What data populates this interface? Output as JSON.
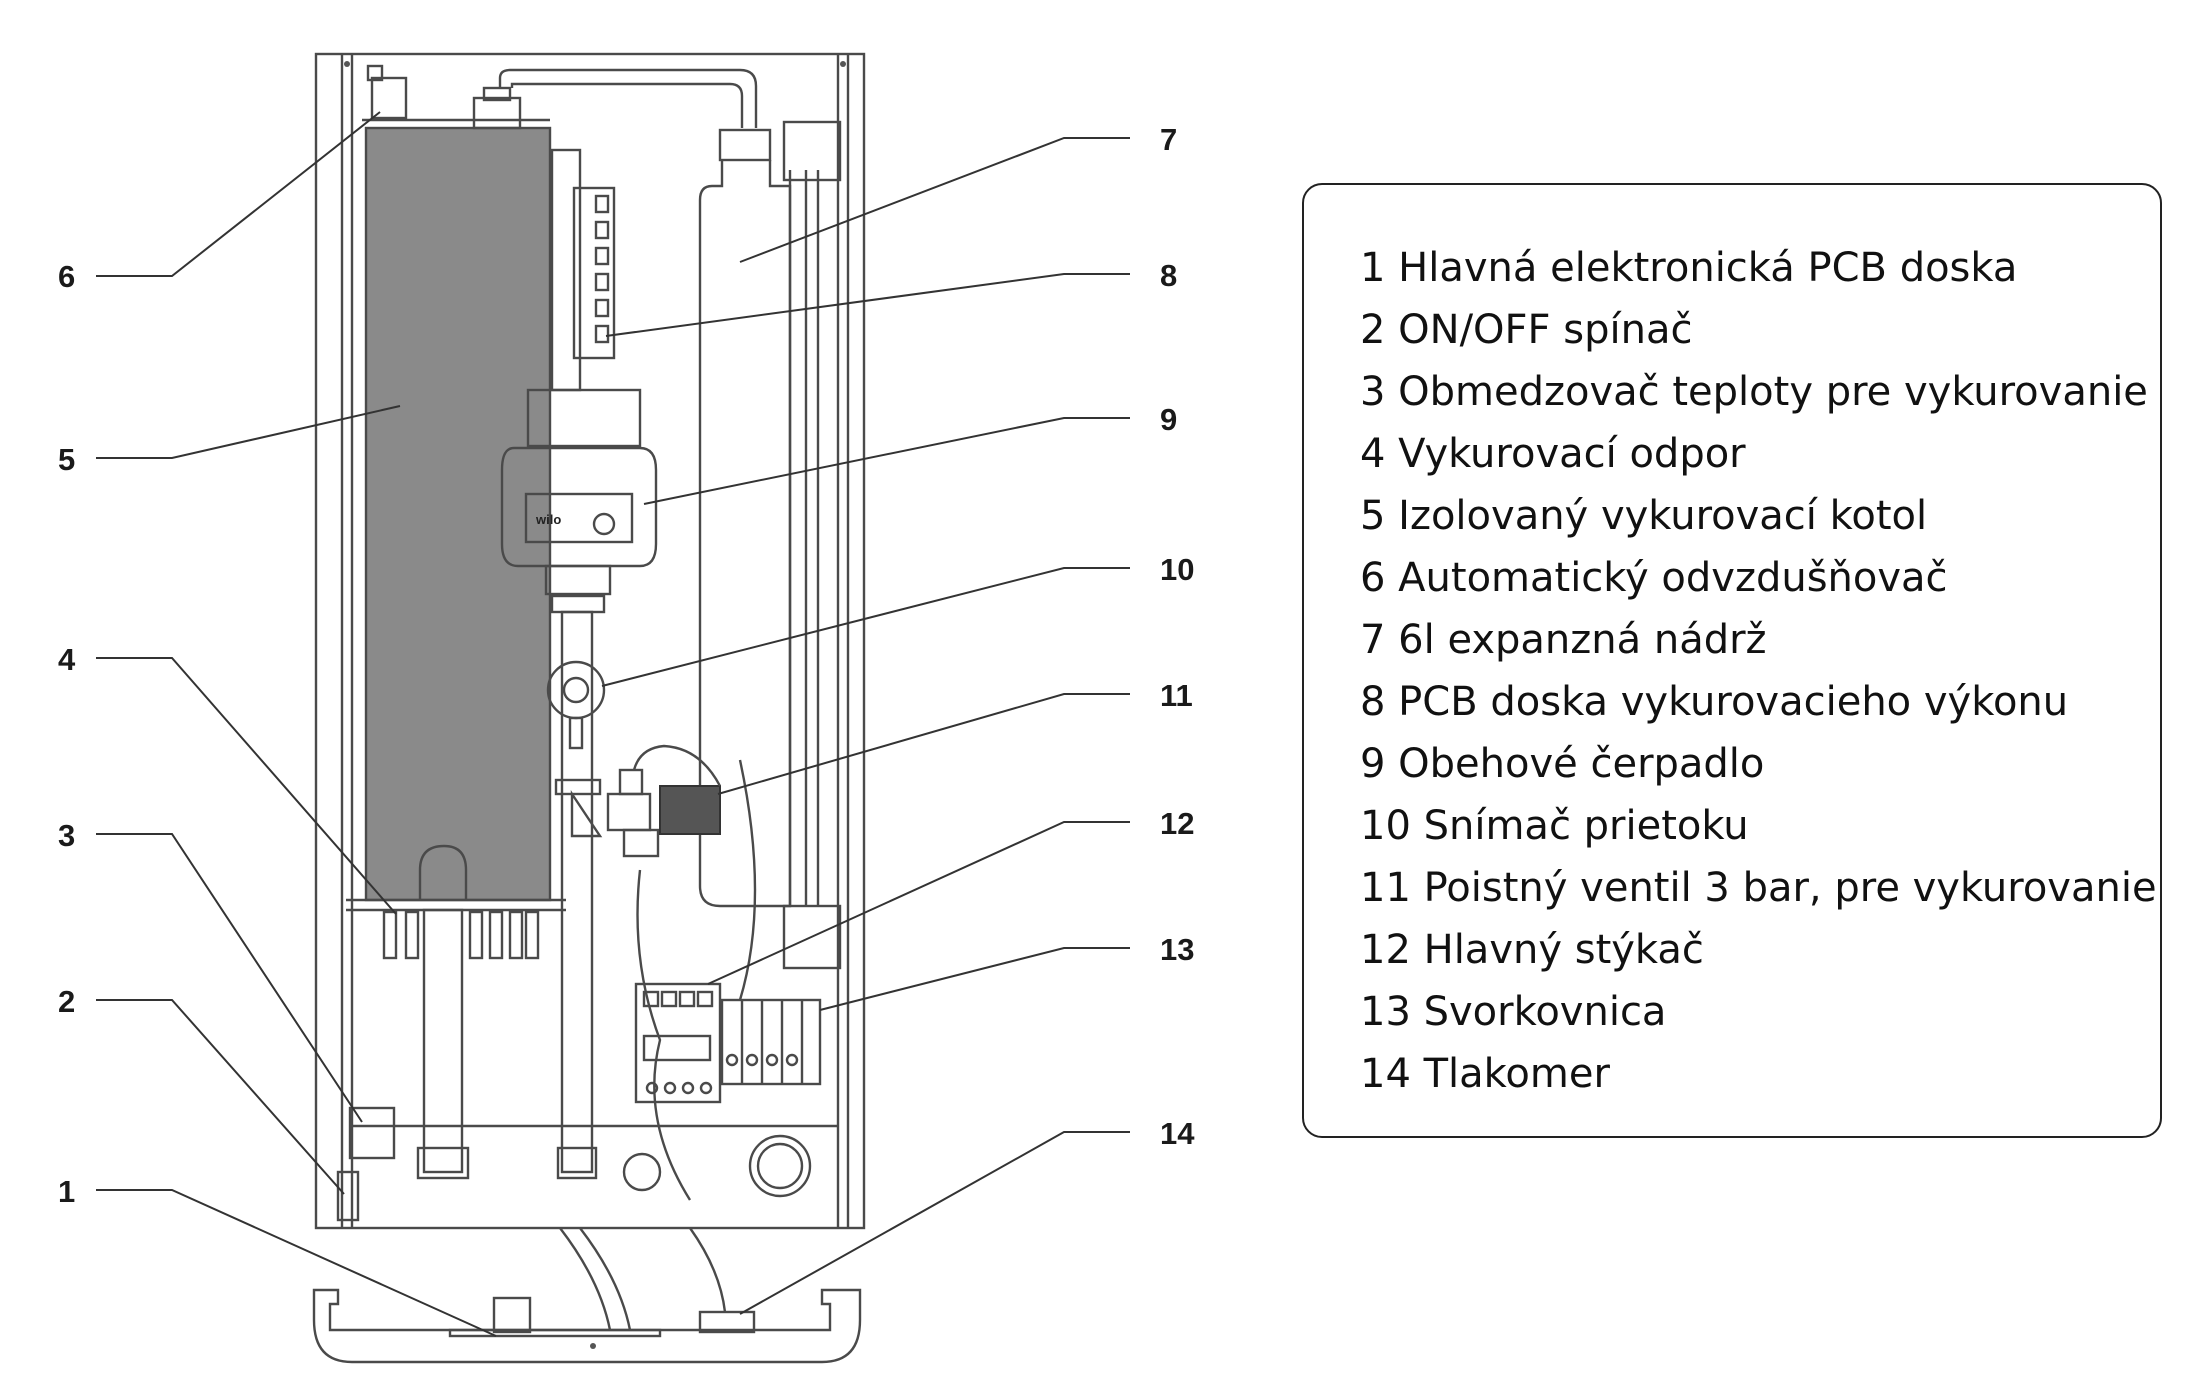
{
  "diagram": {
    "callouts": [
      "6",
      "5",
      "4",
      "3",
      "2",
      "1",
      "7",
      "8",
      "9",
      "10",
      "11",
      "12",
      "13",
      "14"
    ],
    "pump_brand": "wilo"
  },
  "legend": {
    "items": [
      "1 Hlavná elektronická PCB doska",
      "2 ON/OFF spínač",
      "3 Obmedzovač teploty pre vykurovanie",
      "4 Vykurovací odpor",
      "5 Izolovaný vykurovací kotol",
      "6 Automatický odvzdušňovač",
      "7 6l expanzná nádrž",
      "8 PCB doska vykurovacieho výkonu",
      "9 Obehové čerpadlo",
      "10 Snímač prietoku",
      "11 Poistný ventil 3 bar, pre vykurovanie",
      "12 Hlavný stýkač",
      "13 Svorkovnica",
      "14 Tlakomer"
    ]
  },
  "colors": {
    "line": "#4a4a4a",
    "boiler_fill": "#8a8a8a",
    "legend_border": "#222222"
  }
}
